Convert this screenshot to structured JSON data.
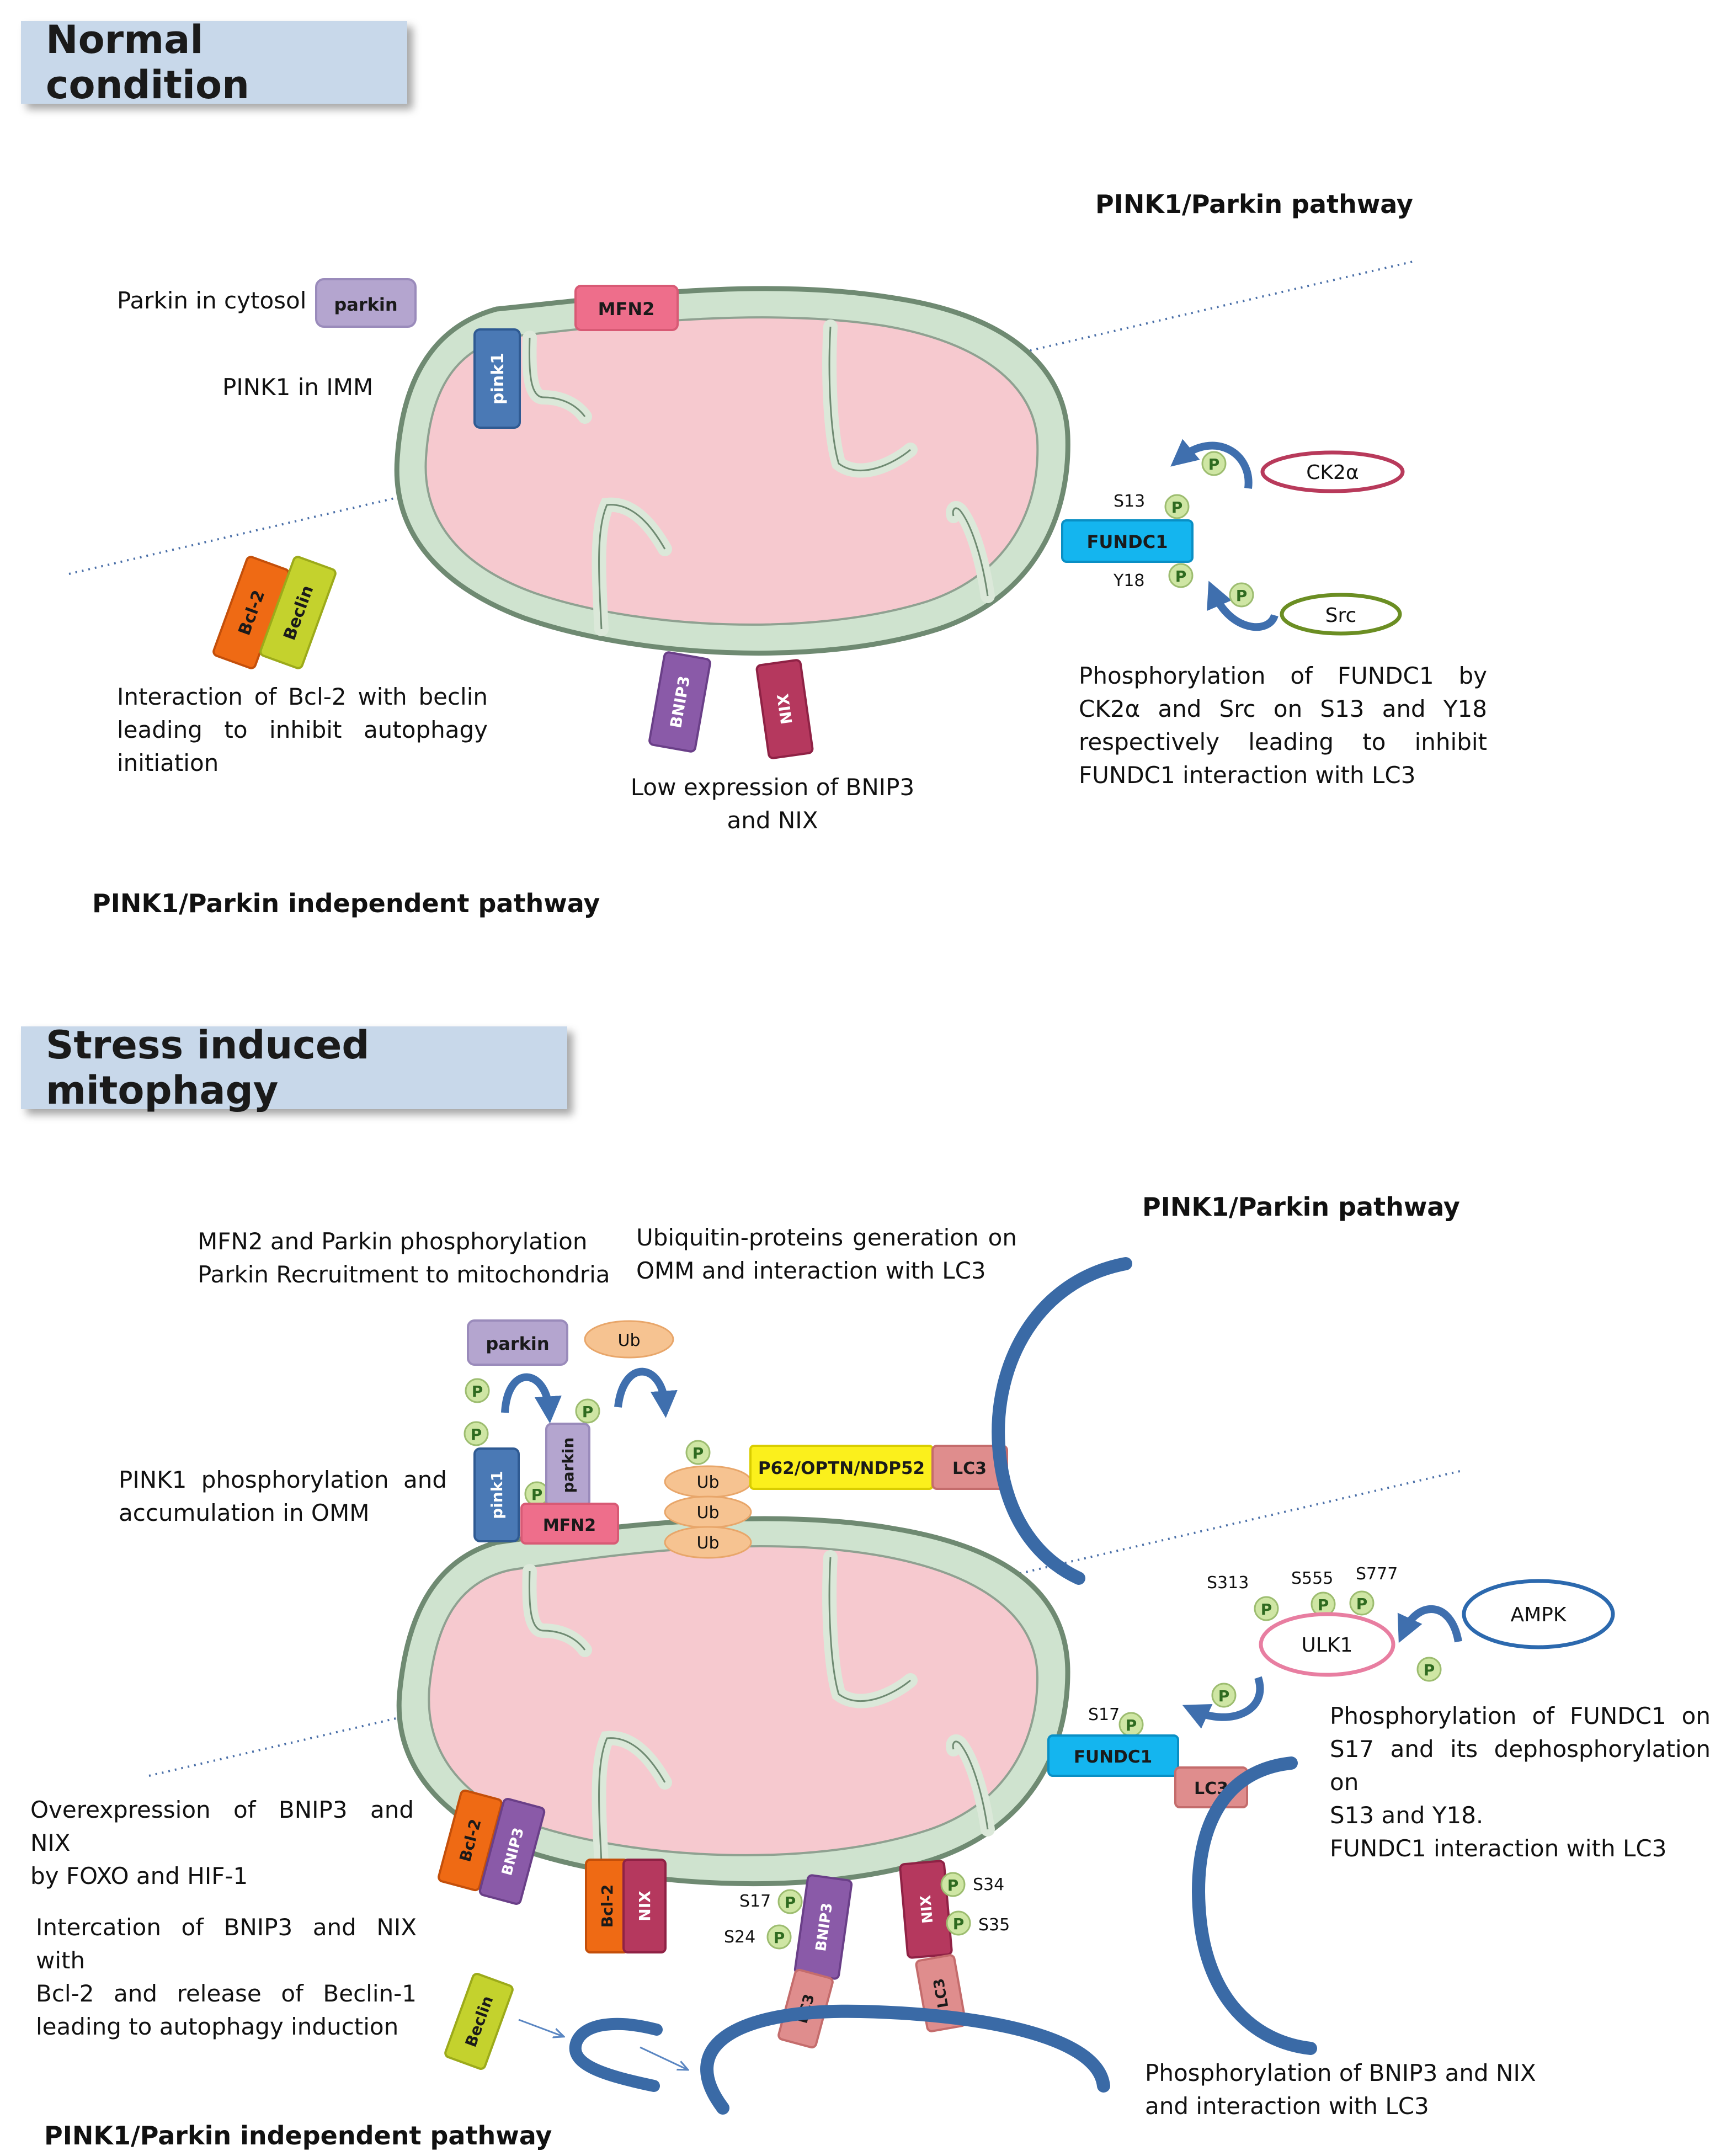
{
  "sections": {
    "normal": {
      "title": "Normal condition"
    },
    "stress": {
      "title": "Stress induced mitophagy"
    }
  },
  "normal": {
    "pathway_top": "PINK1/Parkin pathway",
    "pathway_bottom": "PINK1/Parkin independent pathway",
    "parkin_cytosol": "Parkin in cytosol",
    "pink1_imm": "PINK1 in IMM",
    "bcl2_text": [
      "Interaction of Bcl-2 with beclin",
      "leading to inhibit autophagy",
      "initiation"
    ],
    "bnip3_text": [
      "Low expression of BNIP3",
      "and NIX"
    ],
    "fundc1_text": [
      "Phosphorylation of FUNDC1 by",
      "CK2α and Src on S13 and Y18",
      "respectively leading to inhibit",
      "FUNDC1 interaction with LC3"
    ],
    "proteins": {
      "parkin": "parkin",
      "mfn2": "MFN2",
      "pink1": "pink1",
      "fundc1": "FUNDC1",
      "ck2a": "CK2α",
      "src": "Src",
      "bcl2": "Bcl-2",
      "beclin": "Beclin",
      "bnip3": "BNIP3",
      "nix": "NIX",
      "p": "P",
      "s13": "S13",
      "y18": "Y18"
    }
  },
  "stress": {
    "pathway_top": "PINK1/Parkin pathway",
    "pathway_bottom": "PINK1/Parkin independent pathway",
    "mfn2_text": [
      "MFN2 and Parkin phosphorylation",
      "Parkin Recruitment to mitochondria"
    ],
    "ub_text": [
      "Ubiquitin-proteins generation on",
      "OMM and interaction with LC3"
    ],
    "pink1_text": [
      "PINK1 phosphorylation and",
      "accumulation in OMM"
    ],
    "overexp_text": [
      "Overexpression of BNIP3 and NIX",
      "by FOXO and HIF-1"
    ],
    "interaction_text": [
      "Intercation of BNIP3 and NIX with",
      "Bcl-2 and release of Beclin-1",
      "leading to autophagy induction"
    ],
    "fundc1_text": [
      "Phosphorylation of FUNDC1 on",
      "S17 and its dephosphorylation on",
      "S13 and Y18.",
      "FUNDC1 interaction with LC3"
    ],
    "bnip3_phos_text": [
      "Phosphorylation of BNIP3 and NIX",
      "and interaction with LC3"
    ],
    "proteins": {
      "parkin": "parkin",
      "ub": "Ub",
      "p62": "P62/OPTN/NDP52",
      "lc3": "LC3",
      "pink1": "pink1",
      "mfn2": "MFN2",
      "ulk1": "ULK1",
      "ampk": "AMPK",
      "fundc1": "FUNDC1",
      "bcl2": "Bcl-2",
      "bnip3": "BNIP3",
      "nix": "NIX",
      "beclin": "Beclin",
      "p": "P",
      "s313": "S313",
      "s555": "S555",
      "s777": "S777",
      "s17": "S17",
      "s24": "S24",
      "s34": "S34",
      "s35": "S35"
    }
  },
  "colors": {
    "banner": "#c8d8ea",
    "membrane": "#cfe3cf",
    "matrix": "#f6c9cf",
    "parkin": "#b4a5cf",
    "mfn2": "#ee6e8b",
    "pink1": "#4a79b5",
    "fundc1": "#14b5ef",
    "bcl2": "#ef6a14",
    "beclin": "#c4d22d",
    "bnip3": "#8a5aa8",
    "nix": "#b5385e",
    "ub": "#f6c391",
    "p62": "#fbf01c",
    "lc3": "#df8d8d",
    "phospho": "#cfe6a4",
    "arrow": "#3f6fae",
    "ck2a": "#b83a5b",
    "src": "#6b8e23",
    "ulk1": "#e87ea1",
    "ampk": "#2c69ae"
  }
}
